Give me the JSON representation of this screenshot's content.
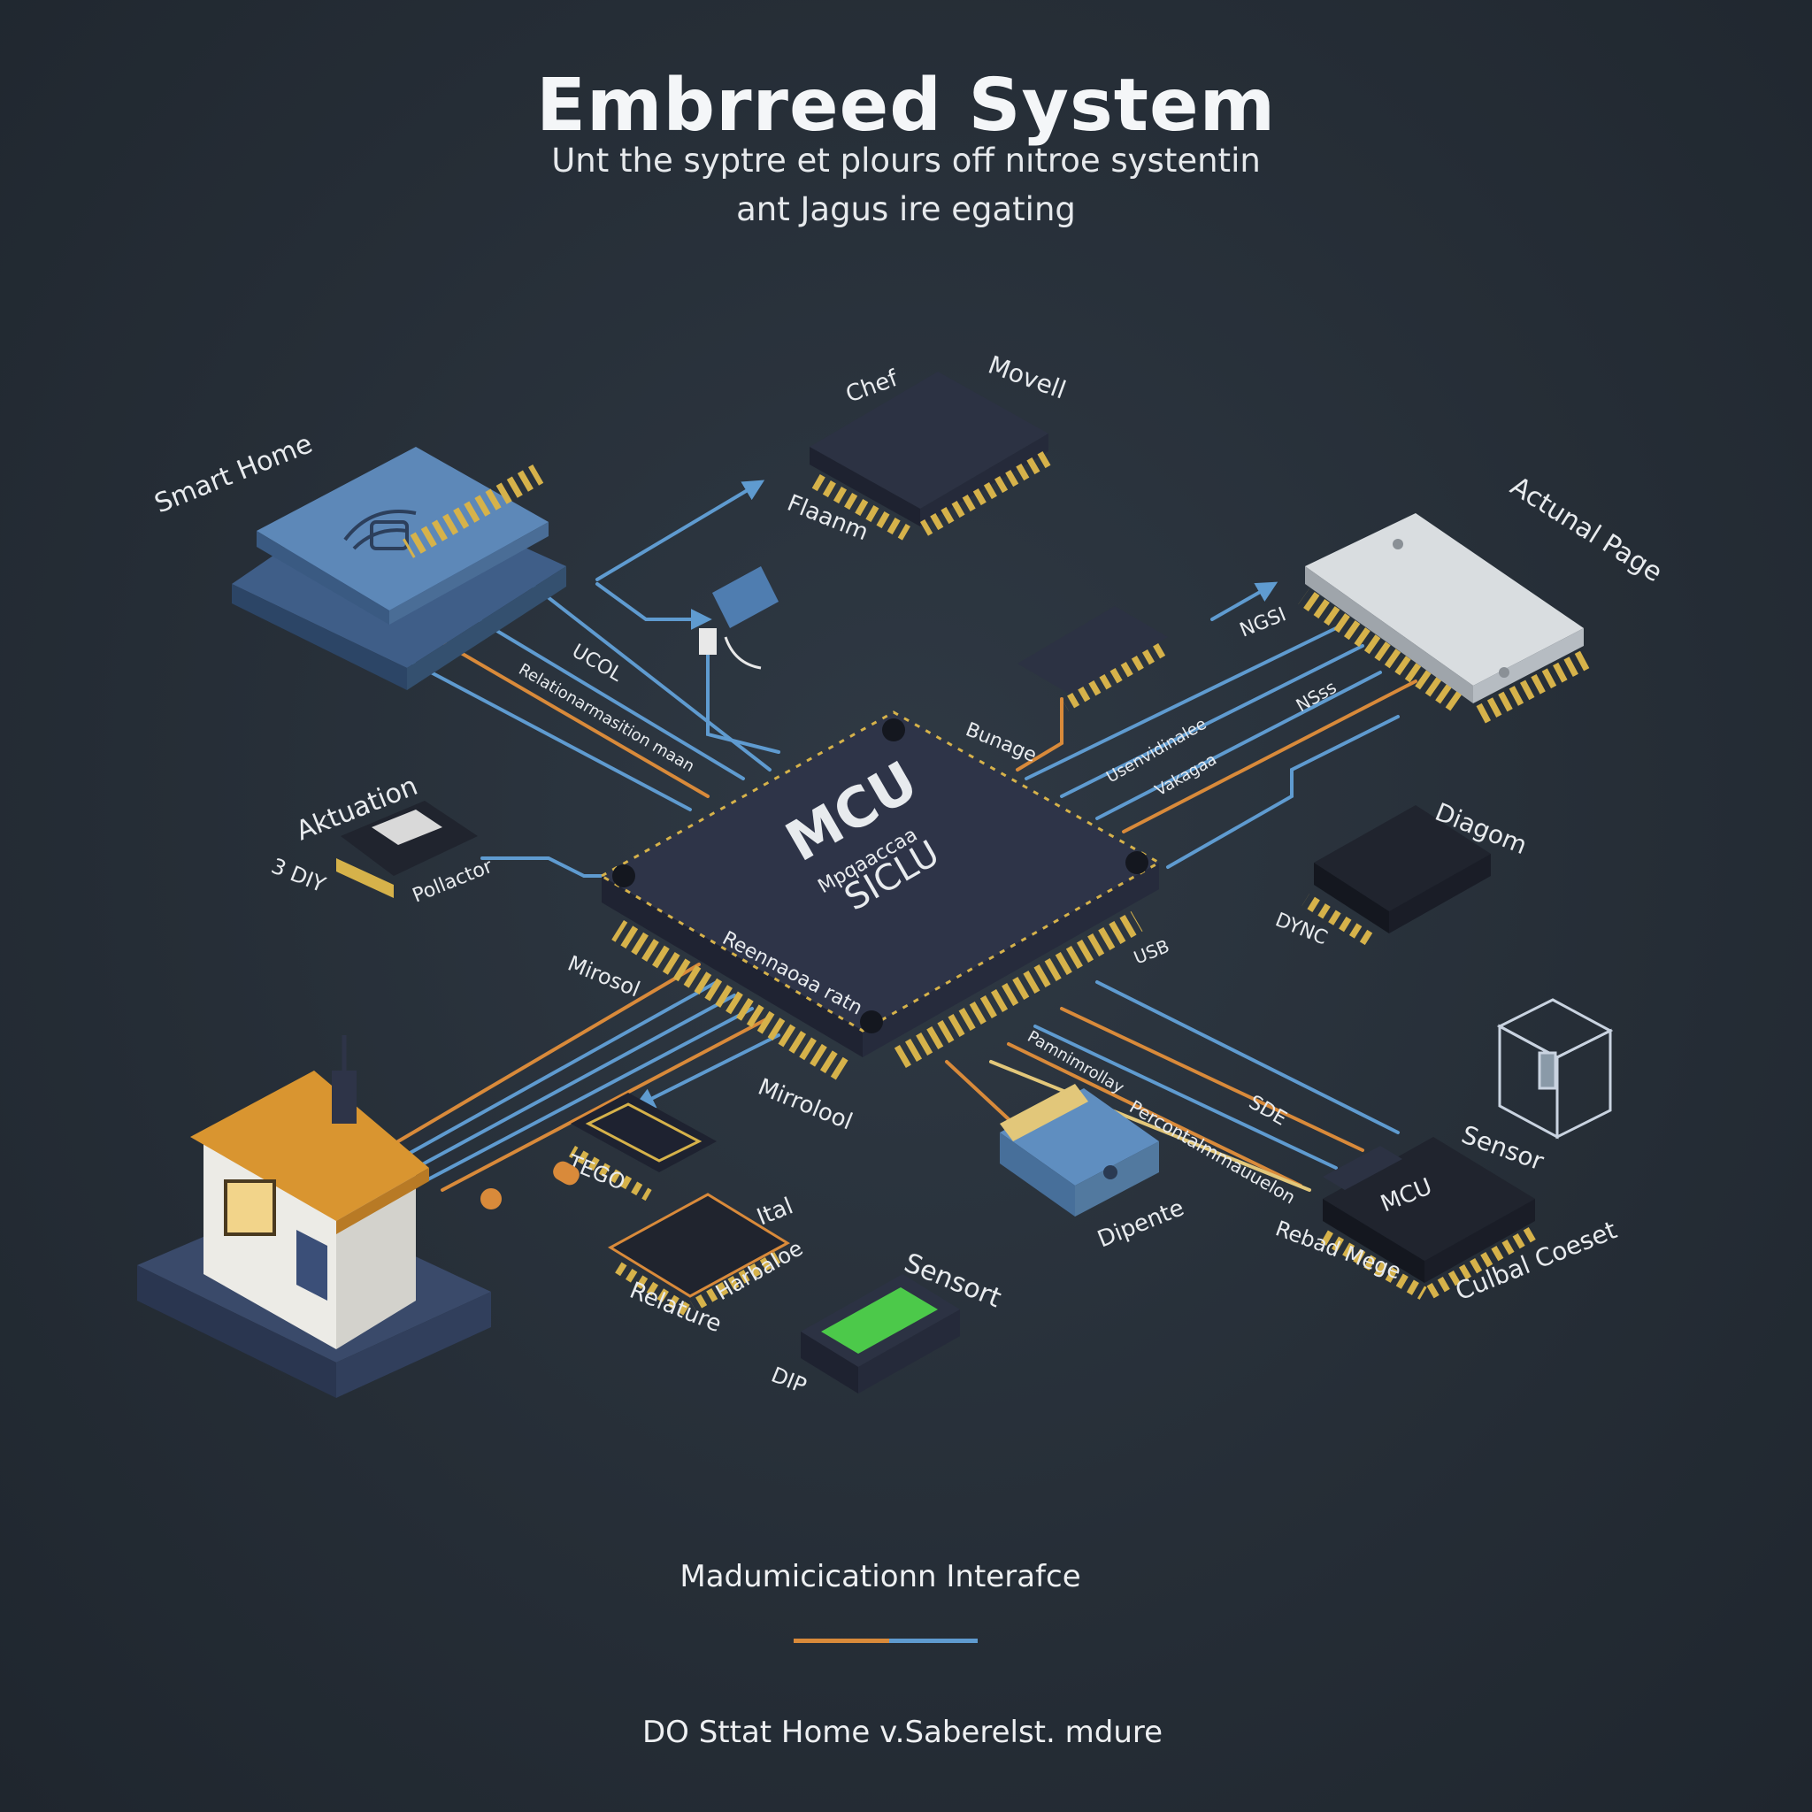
{
  "header": {
    "title": "Embrreed System",
    "subtitle_line1": "Unt the syptre et plours off nıtroe systentin",
    "subtitle_line2": "ant Jagus ire egating"
  },
  "mcu": {
    "label": "MCU",
    "sublabel1": "Mpqaaccaa",
    "sublabel2": "SICLU",
    "caption": "Reennaoaa ratn"
  },
  "components": {
    "smart_home": "Smart Home",
    "chip_top_left": "Chef",
    "chip_top_right": "Movell",
    "chip_top_bottom": "Flaanm",
    "actuator_page": "Actunal Page",
    "actuation": "Aktuation",
    "actuation_sub1": "3 DIY",
    "actuation_sub2": "Pollactor",
    "diagram_chip": "Diagom",
    "diagram_chip_sub": "DYNC",
    "sensor_right": "Sensor",
    "sensor_right_sub1": "Rebad Mege",
    "sensor_right_sub2": "Culbal Coeset",
    "sensor_bottom": "Sensort",
    "sensor_bottom_sub": "DIP",
    "relay_chip": "Relature",
    "relay_chip_sub1": "Ital",
    "relay_chip_sub2": "Harbaloe",
    "depente": "Dipente",
    "microcontroller_left": "Mirosol",
    "microcontroller_bottom": "Mirrolool",
    "resistor_label": "TEGO"
  },
  "bus_labels": {
    "ucol": "UCOL",
    "bus_long": "Relationarmasition maan",
    "bus_right_top": "NGSI",
    "bus_right_1": "Usenvidinalee",
    "bus_right_2": "Vakagaa",
    "bus_right_3": "NSss",
    "binding": "Bunage",
    "usb": "USB",
    "sde": "SDE",
    "bottom_right_1": "Pamnimrollay",
    "bottom_right_2": "Percontalmmauuelon"
  },
  "footer": {
    "interface_label": "Madumicicationn Interafce",
    "note": "DO Sttat Home v.Saberelst. mdure",
    "legend_colors": [
      "#d98a3a",
      "#5f9bd0"
    ]
  },
  "colors": {
    "background": "#262e37",
    "wire_blue": "#5f9bd0",
    "wire_orange": "#d98a3a",
    "wire_yellow": "#e2c77a",
    "pin_gold": "#d6b24a",
    "chip_body": "#2e3448",
    "house_roof": "#d99530"
  }
}
